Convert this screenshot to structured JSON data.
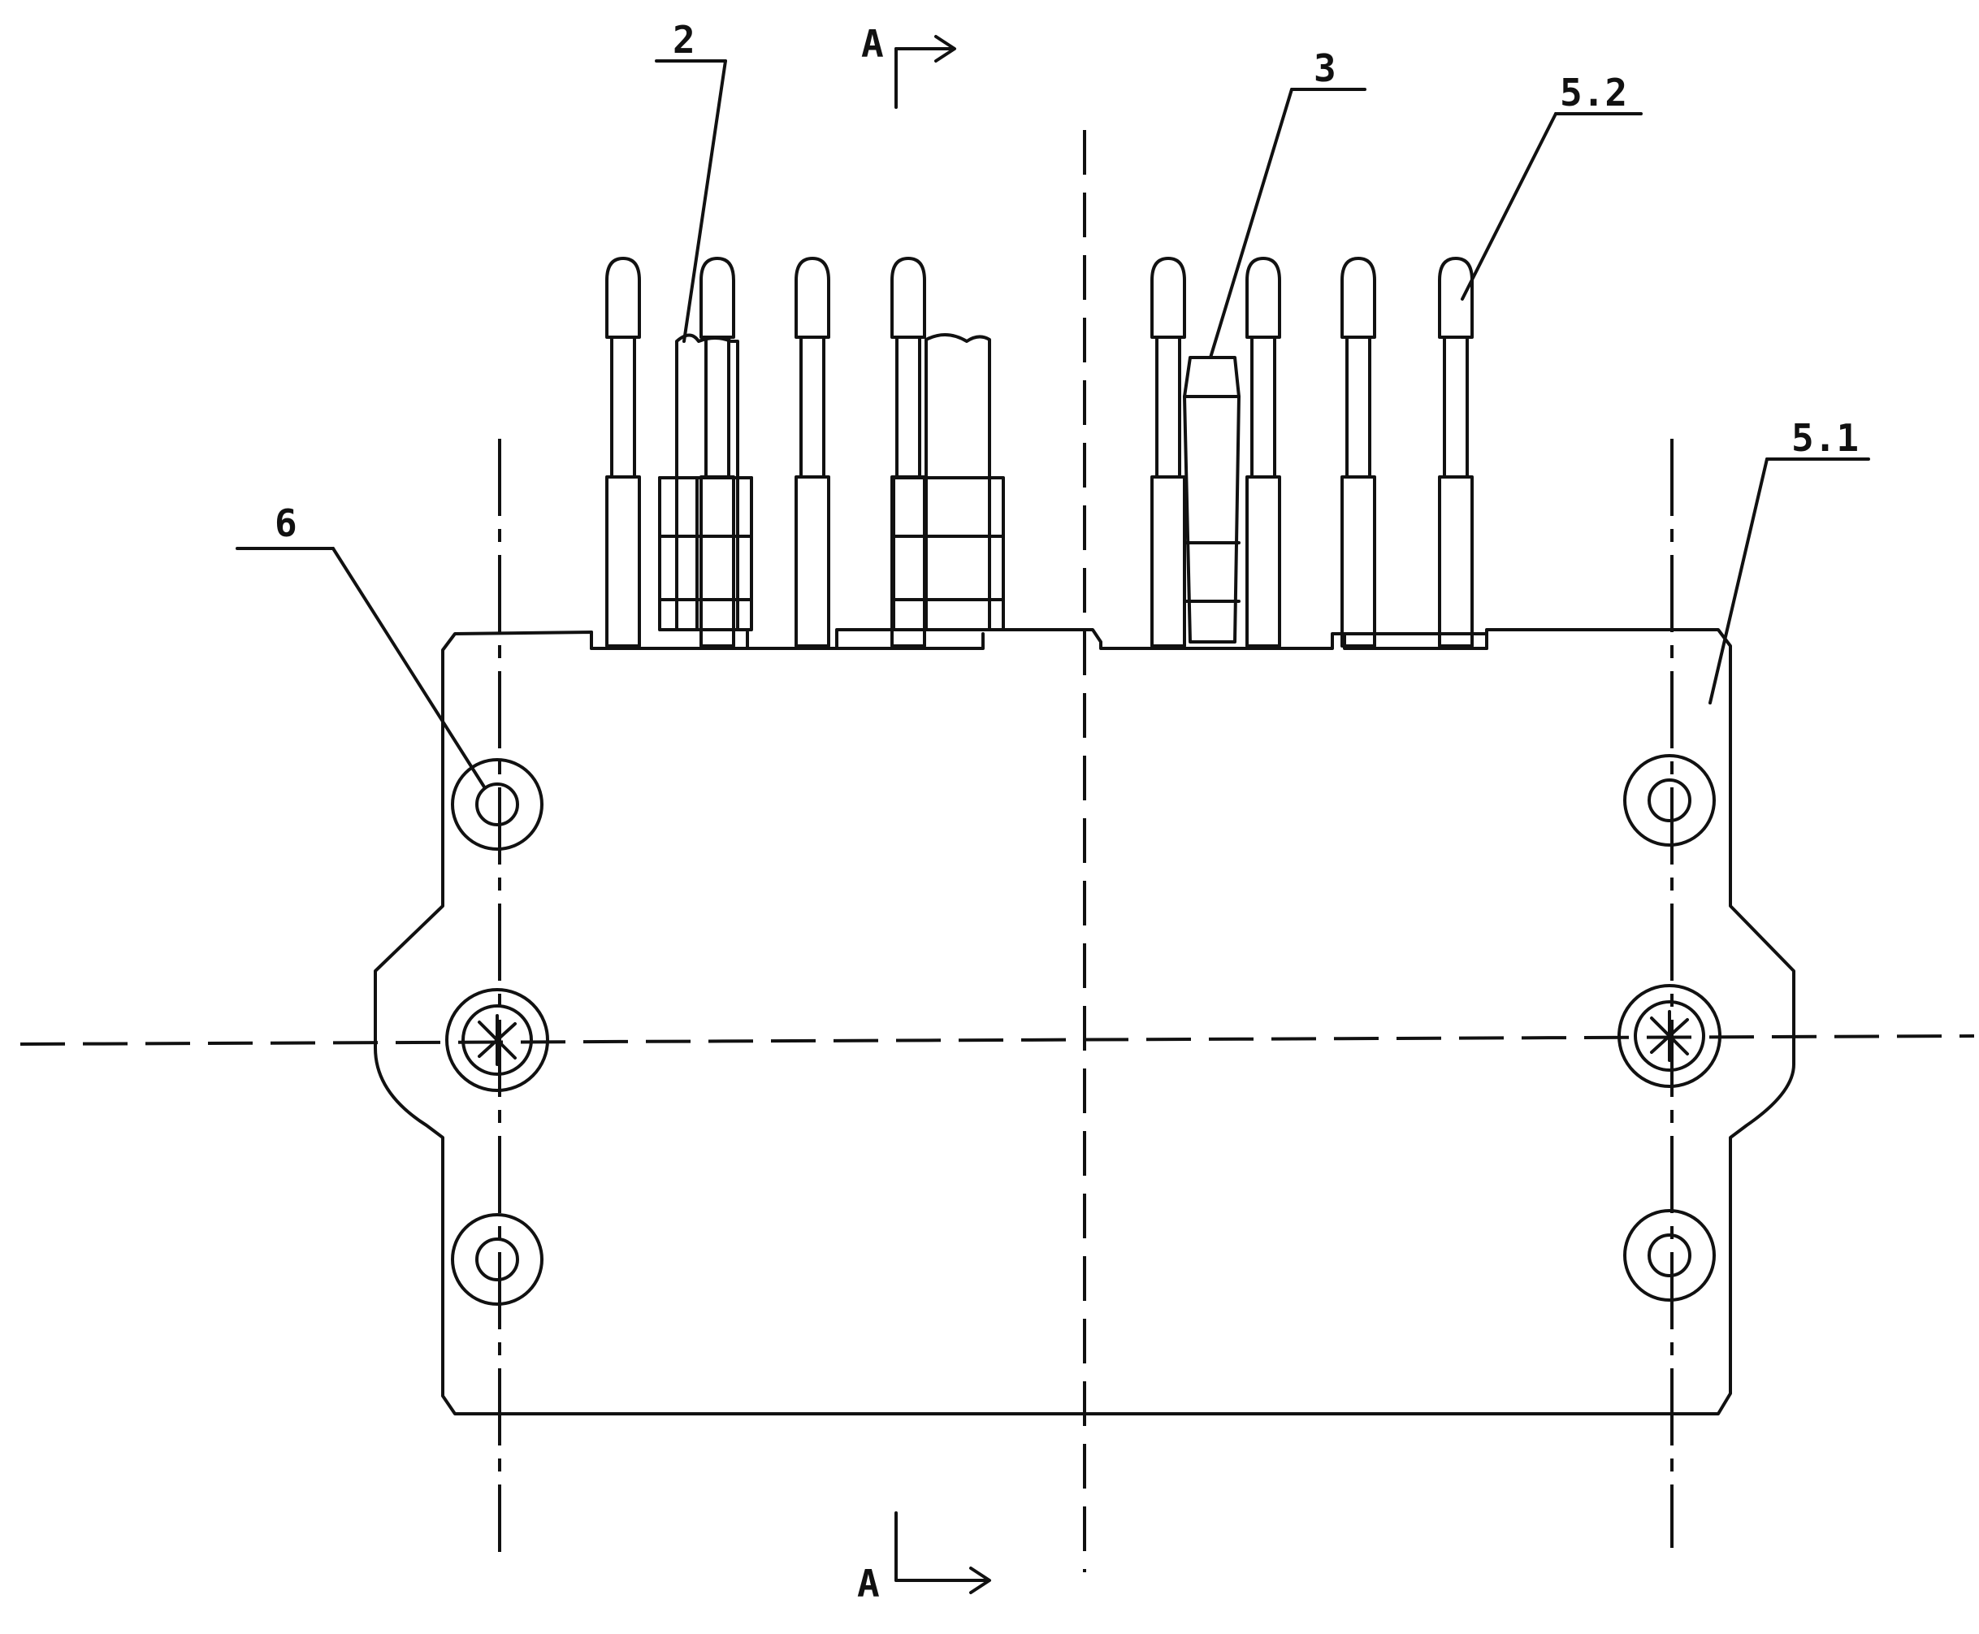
{
  "labels": {
    "part_2": "2",
    "part_3": "3",
    "part_5_1": "5.1",
    "part_5_2": "5.2",
    "part_6": "6",
    "section_top": "A",
    "section_bottom": "A"
  },
  "colors": {
    "ink": "#111111",
    "background": "#ffffff"
  }
}
